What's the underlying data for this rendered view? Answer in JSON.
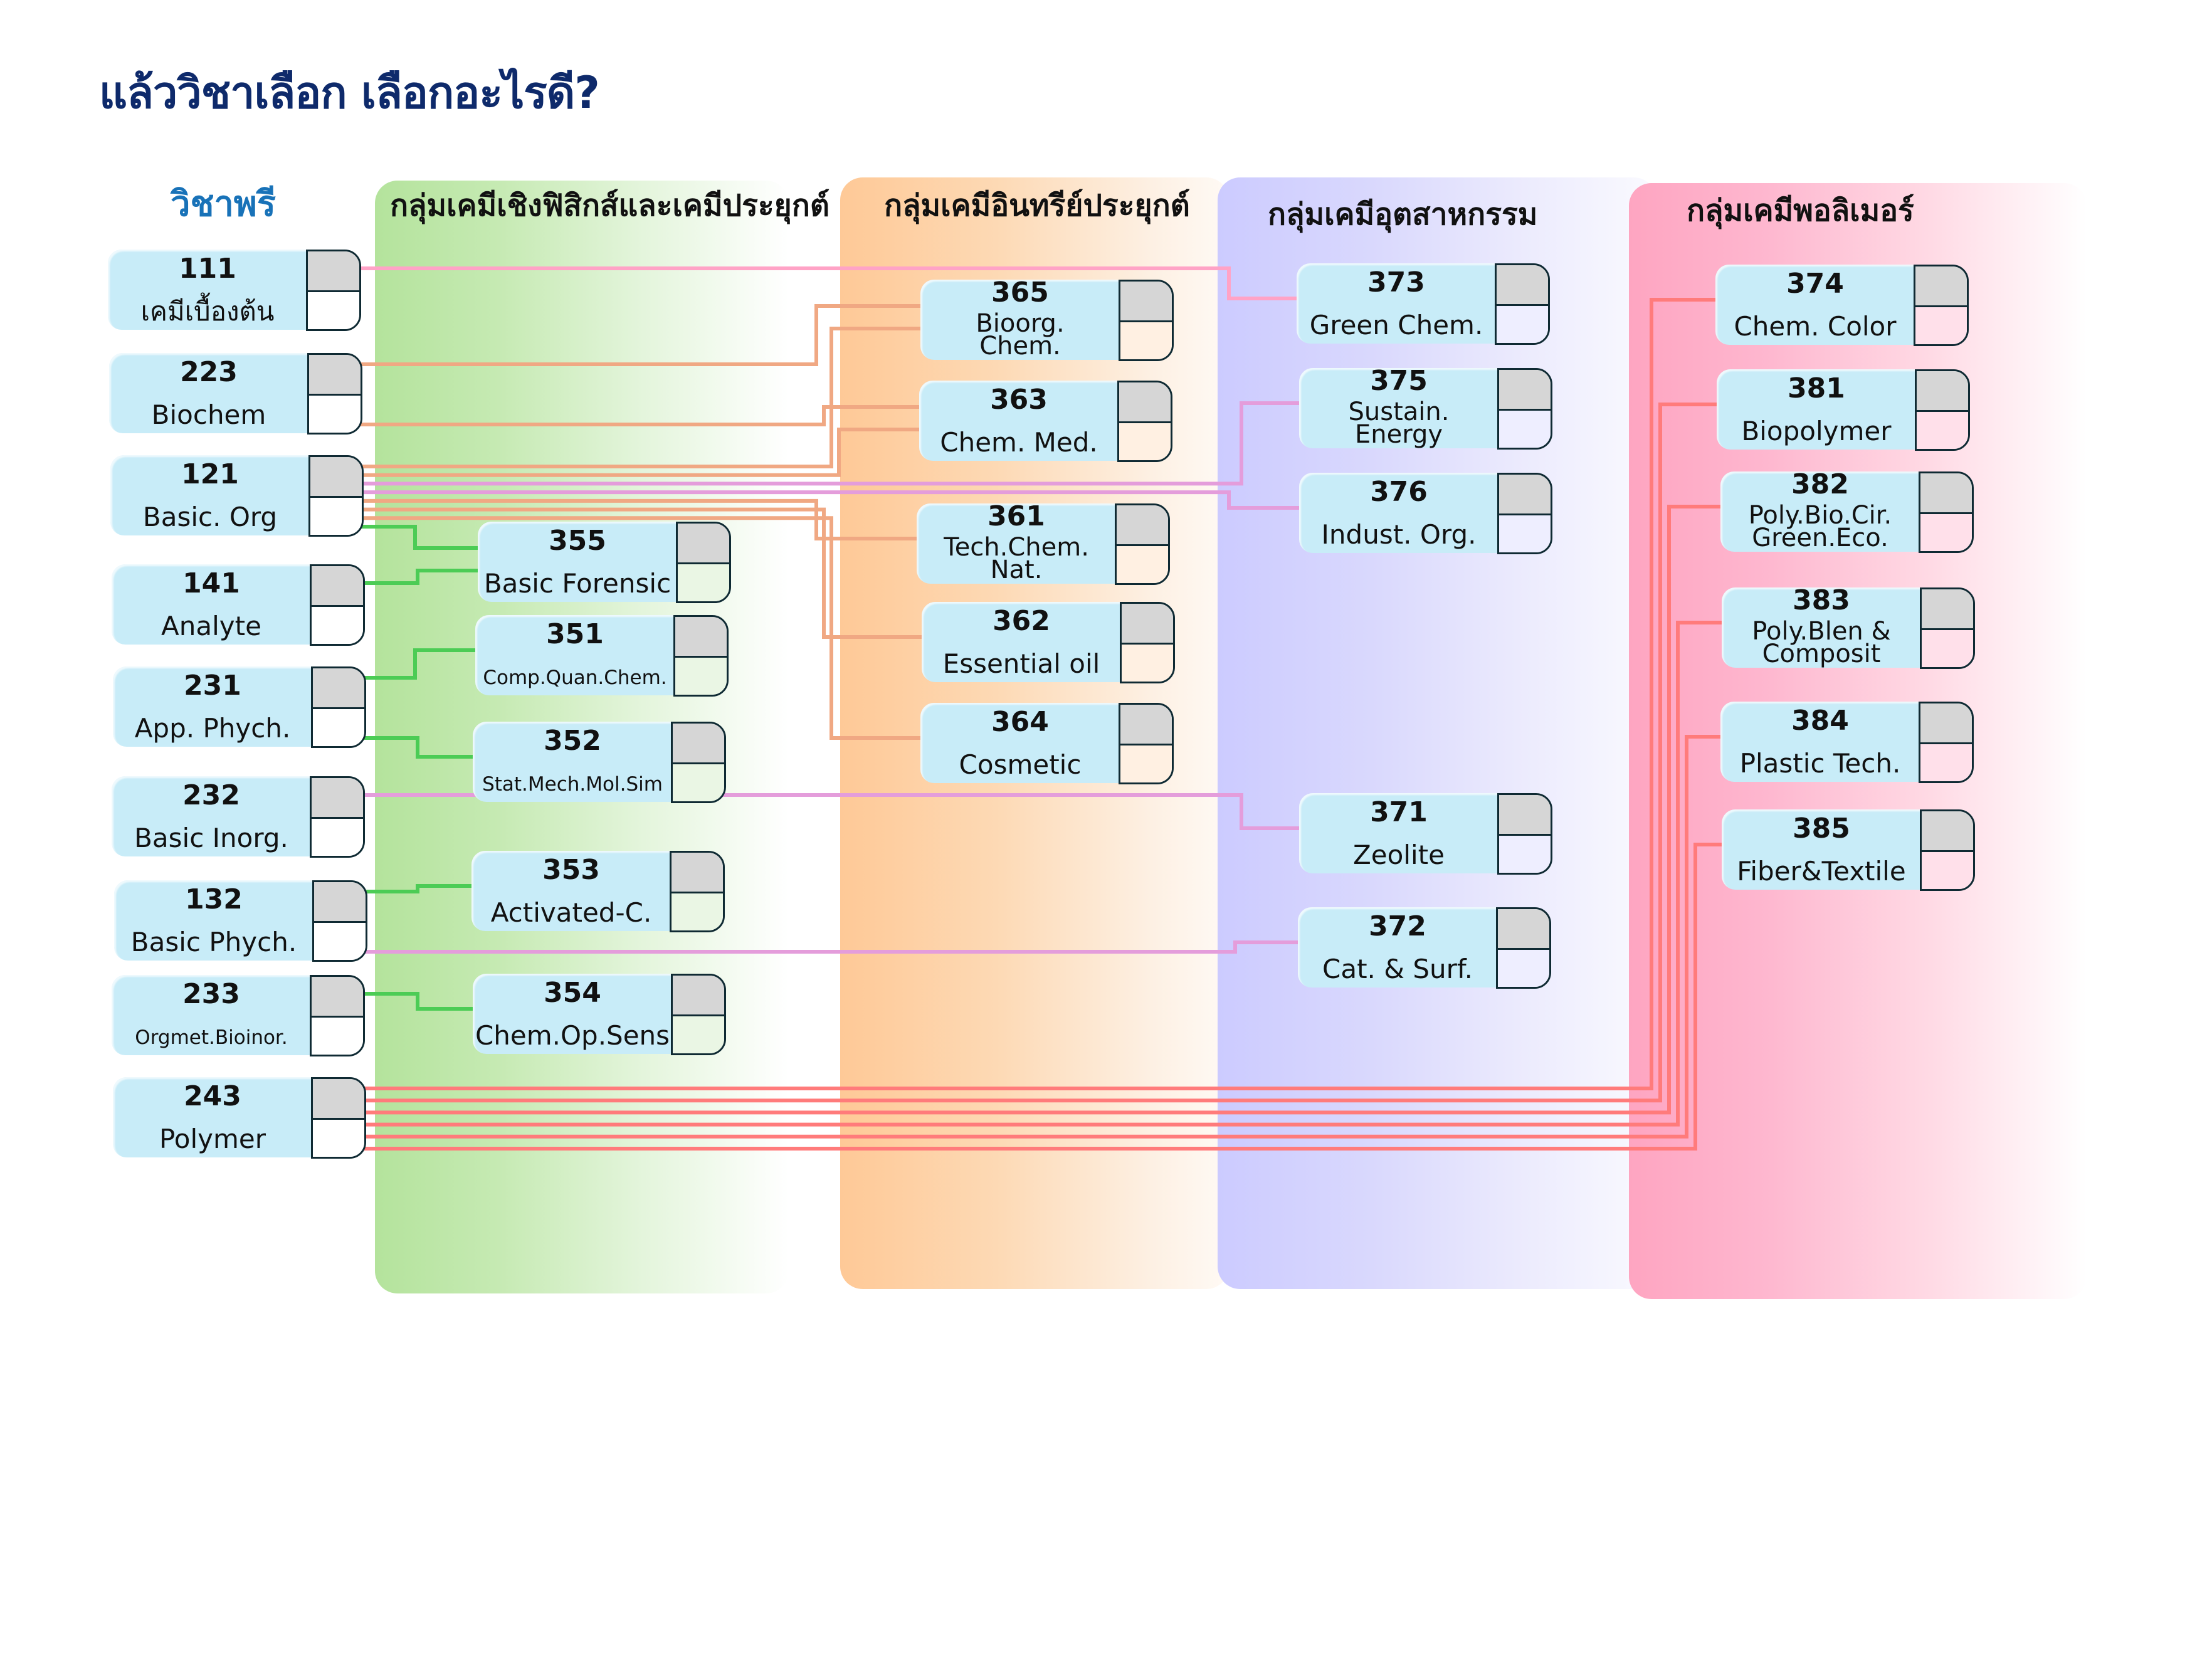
{
  "title": "แล้ววิชาเลือก เลือกอะไรดี?",
  "free_column": {
    "heading": "วิชาพรี",
    "courses": [
      {
        "id": "111",
        "name": "เคมีเบื้องต้น"
      },
      {
        "id": "223",
        "name": "Biochem"
      },
      {
        "id": "121",
        "name": "Basic. Org"
      },
      {
        "id": "141",
        "name": "Analyte"
      },
      {
        "id": "231",
        "name": "App. Phych."
      },
      {
        "id": "232",
        "name": "Basic Inorg."
      },
      {
        "id": "132",
        "name": "Basic Phych."
      },
      {
        "id": "233",
        "name": "Orgmet.Bioinor."
      },
      {
        "id": "243",
        "name": "Polymer"
      }
    ]
  },
  "groups": [
    {
      "key": "physical",
      "title": "กลุ่มเคมีเชิงฟิสิกส์และเคมีประยุกต์",
      "color": "#b4e39c",
      "line_color": "#4ccc55",
      "cell_tint": "#eaf6e4",
      "courses": [
        {
          "id": "355",
          "name": "Basic Forensic"
        },
        {
          "id": "351",
          "name": "Comp.Quan.Chem."
        },
        {
          "id": "352",
          "name": "Stat.Mech.Mol.Sim"
        },
        {
          "id": "353",
          "name": "Activated-C."
        },
        {
          "id": "354",
          "name": "Chem.Op.Sens"
        }
      ]
    },
    {
      "key": "organic",
      "title": "กลุ่มเคมีอินทรีย์ประยุกต์",
      "color": "#fec997",
      "line_color": "#f0a883",
      "cell_tint": "#fff0e2",
      "courses": [
        {
          "id": "365",
          "name": "Bioorg.\nChem."
        },
        {
          "id": "363",
          "name": "Chem. Med."
        },
        {
          "id": "361",
          "name": "Tech.Chem.\nNat."
        },
        {
          "id": "362",
          "name": "Essential oil"
        },
        {
          "id": "364",
          "name": "Cosmetic"
        }
      ]
    },
    {
      "key": "industrial",
      "title": "กลุ่มเคมีอุตสาหกรรม",
      "color": "#cccbff",
      "line_color": "#e49ddb",
      "cell_tint": "#eeeeff",
      "courses": [
        {
          "id": "373",
          "name": "Green Chem."
        },
        {
          "id": "375",
          "name": "Sustain.\nEnergy"
        },
        {
          "id": "376",
          "name": "Indust. Org."
        },
        {
          "id": "371",
          "name": "Zeolite"
        },
        {
          "id": "372",
          "name": "Cat. & Surf."
        }
      ]
    },
    {
      "key": "polymer",
      "title": "กลุ่มเคมีพอลิเมอร์",
      "color": "#fea5c1",
      "line_color": "#ff7b7b",
      "cell_tint": "#ffe0ea",
      "courses": [
        {
          "id": "374",
          "name": "Chem. Color"
        },
        {
          "id": "381",
          "name": "Biopolymer"
        },
        {
          "id": "382",
          "name": "Poly.Bio.Cir.\nGreen.Eco."
        },
        {
          "id": "383",
          "name": "Poly.Blen &\nComposit"
        },
        {
          "id": "384",
          "name": "Plastic Tech."
        },
        {
          "id": "385",
          "name": "Fiber&Textile"
        }
      ]
    }
  ],
  "prerequisites": [
    {
      "from": "111",
      "to": "373",
      "color": "#ffa3c6"
    },
    {
      "from": "223",
      "to": "365",
      "color": "#f0a883"
    },
    {
      "from": "223",
      "to": "363",
      "color": "#f0a883"
    },
    {
      "from": "121",
      "to": "365",
      "color": "#f0a883"
    },
    {
      "from": "121",
      "to": "363",
      "color": "#f0a883"
    },
    {
      "from": "121",
      "to": "375",
      "color": "#e49ddb"
    },
    {
      "from": "121",
      "to": "376",
      "color": "#e49ddb"
    },
    {
      "from": "121",
      "to": "361",
      "color": "#f0a883"
    },
    {
      "from": "121",
      "to": "362",
      "color": "#f0a883"
    },
    {
      "from": "121",
      "to": "364",
      "color": "#f0a883"
    },
    {
      "from": "121",
      "to": "355",
      "color": "#4ccc55"
    },
    {
      "from": "141",
      "to": "355",
      "color": "#4ccc55"
    },
    {
      "from": "231",
      "to": "351",
      "color": "#4ccc55"
    },
    {
      "from": "231",
      "to": "352",
      "color": "#4ccc55"
    },
    {
      "from": "232",
      "to": "371",
      "color": "#e49ddb"
    },
    {
      "from": "132",
      "to": "353",
      "color": "#4ccc55"
    },
    {
      "from": "132",
      "to": "372",
      "color": "#e49ddb"
    },
    {
      "from": "233",
      "to": "354",
      "color": "#4ccc55"
    },
    {
      "from": "243",
      "to": "374",
      "color": "#ff7b7b"
    },
    {
      "from": "243",
      "to": "381",
      "color": "#ff7b7b"
    },
    {
      "from": "243",
      "to": "382",
      "color": "#ff7b7b"
    },
    {
      "from": "243",
      "to": "383",
      "color": "#ff7b7b"
    },
    {
      "from": "243",
      "to": "384",
      "color": "#ff7b7b"
    },
    {
      "from": "243",
      "to": "385",
      "color": "#ff7b7b"
    }
  ]
}
